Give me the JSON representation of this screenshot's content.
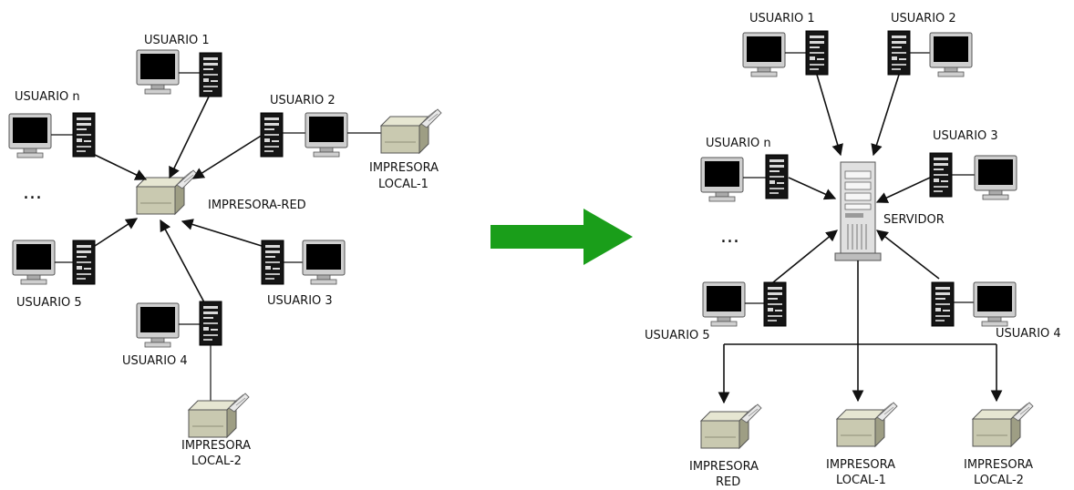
{
  "left_network": {
    "users": {
      "u1": "USUARIO 1",
      "un": "USUARIO n",
      "u2": "USUARIO 2",
      "u5": "USUARIO 5",
      "u3": "USUARIO 3",
      "u4": "USUARIO 4"
    },
    "ellipsis": "...",
    "network_printer": "IMPRESORA-RED",
    "local_printer_1": [
      "IMPRESORA",
      "LOCAL-1"
    ],
    "local_printer_2": [
      "IMPRESORA",
      "LOCAL-2"
    ]
  },
  "right_network": {
    "users": {
      "u1": "USUARIO 1",
      "u2": "USUARIO 2",
      "un": "USUARIO n",
      "u3": "USUARIO 3",
      "u5": "USUARIO 5",
      "u4": "USUARIO 4"
    },
    "ellipsis": "...",
    "server": "SERVIDOR",
    "printer_red": [
      "IMPRESORA",
      "RED"
    ],
    "printer_local_1": [
      "IMPRESORA",
      "LOCAL-1"
    ],
    "printer_local_2": [
      "IMPRESORA",
      "LOCAL-2"
    ]
  },
  "transition_arrow_color": "#1a9e1a"
}
